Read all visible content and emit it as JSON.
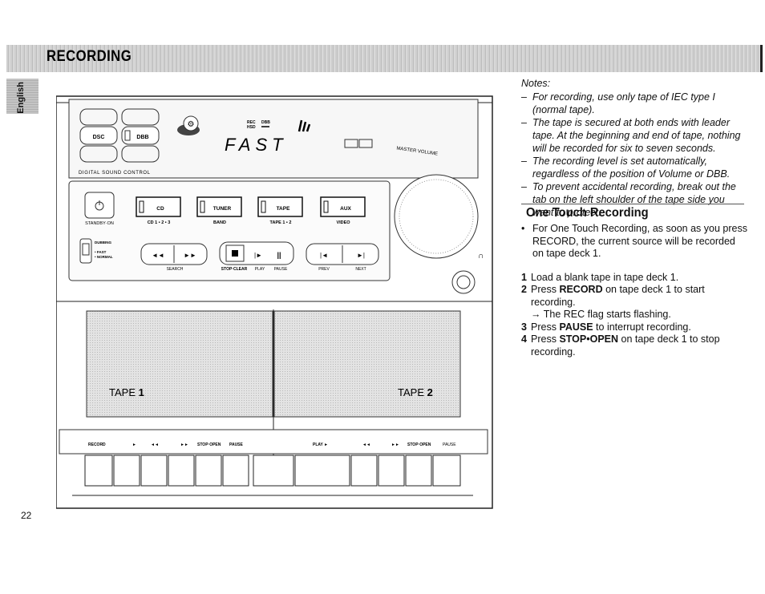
{
  "header": {
    "title": "RECORDING",
    "language": "English"
  },
  "page_number": "22",
  "notes": {
    "title": "Notes:",
    "items": [
      "For recording, use only tape of IEC type I (normal tape).",
      "The tape is secured at both ends with leader tape. At the beginning and end of tape, nothing will be recorded for six to seven seconds.",
      "The recording level is set automatically, regardless of the position of Volume or DBB.",
      "To prevent accidental recording, break out the tab on the left shoulder of the tape side you want to protect."
    ]
  },
  "section": {
    "title": "One Touch Recording",
    "bullet": "For One Touch Recording, as soon as you press RECORD, the current source will be recorded on tape deck 1.",
    "steps": [
      {
        "num": "1",
        "pre": "Load a blank tape in tape deck 1.",
        "bold": "",
        "post": ""
      },
      {
        "num": "2",
        "pre": "Press ",
        "bold": "RECORD",
        "post": " on tape deck 1 to start recording."
      },
      {
        "num": "3",
        "pre": "Press ",
        "bold": "PAUSE",
        "post": " to interrupt recording."
      },
      {
        "num": "4",
        "pre": "Press ",
        "bold": "STOP•OPEN",
        "post": " on tape deck 1 to stop recording."
      }
    ],
    "arrow_text": "→ The REC flag starts flashing."
  },
  "device": {
    "dsc_label": "DSC",
    "dbb_label": "DBB",
    "digital_sound_control": "DIGITAL SOUND CONTROL",
    "rec_label": "REC",
    "hsd_label": "HSD",
    "dbb_indicator": "DBB",
    "display_text": "FAST",
    "master_volume": "MASTER VOLUME",
    "standby_on": "STANDBY·ON",
    "sources": [
      {
        "label": "CD",
        "sub": "CD 1 • 2 • 3"
      },
      {
        "label": "TUNER",
        "sub": "BAND"
      },
      {
        "label": "TAPE",
        "sub": "TAPE 1 • 2"
      },
      {
        "label": "AUX",
        "sub": "VIDEO"
      }
    ],
    "dubbing": "DUBBING",
    "fast": "• FAST",
    "normal": "• NORMAL",
    "search_label": "SEARCH",
    "stop_clear": "STOP·CLEAR",
    "play_label": "PLAY",
    "pause_label": "PAUSE",
    "prev_label": "PREV",
    "next_label": "NEXT",
    "tape1": {
      "word": "TAPE",
      "num": "1"
    },
    "tape2": {
      "word": "TAPE",
      "num": "2"
    },
    "deck1_controls": [
      "RECORD",
      "►",
      "◄◄",
      "►►",
      "STOP·OPEN",
      "PAUSE"
    ],
    "deck2_controls": [
      "PLAY ►",
      "◄◄",
      "►►",
      "STOP·OPEN",
      "PAUSE"
    ]
  }
}
